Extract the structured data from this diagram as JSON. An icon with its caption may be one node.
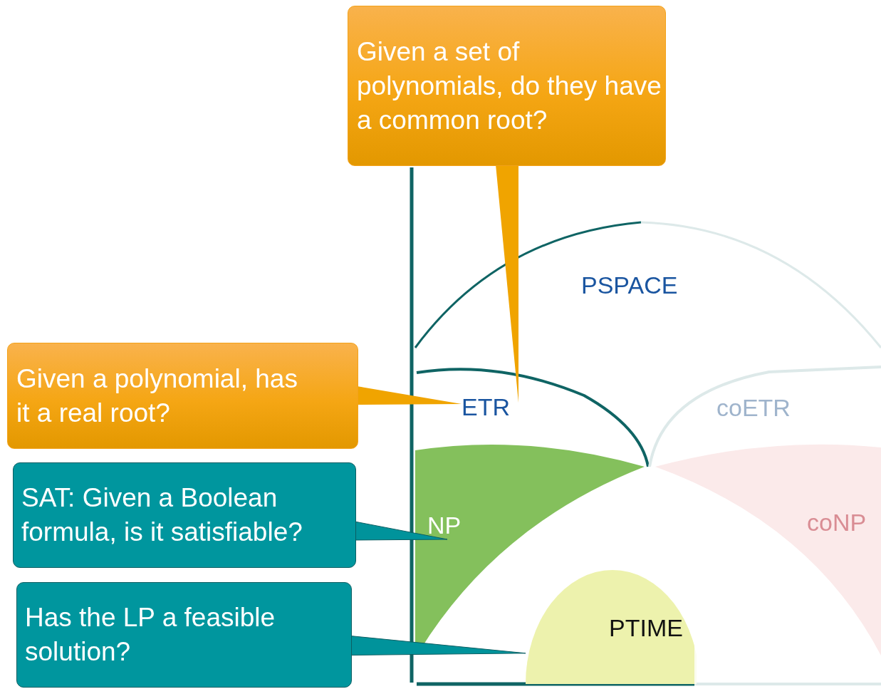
{
  "diagram": {
    "nodes": [
      {
        "text": [
          "Given a set of polynomials, do they have a common root?"
        ]
      },
      {
        "text": [
          "PSPACE"
        ]
      },
      {
        "text": [
          "Given a polynomial, has it a real root?"
        ]
      },
      {
        "text": [
          "ETR"
        ]
      },
      {
        "text": [
          "coETR"
        ]
      },
      {
        "text": [
          "SAT: Given a Boolean formula, is it satisfiable?"
        ]
      },
      {
        "text": [
          "NP"
        ]
      },
      {
        "text": [
          "coNP"
        ]
      },
      {
        "text": [
          "Has the LP a feasible solution?"
        ]
      },
      {
        "text": [
          "PTIME"
        ]
      }
    ],
    "edges": [
      {
        "from": 0,
        "to": 3,
        "arrow": "none"
      },
      {
        "from": 2,
        "to": 3,
        "arrow": "none"
      },
      {
        "from": 5,
        "to": 6,
        "arrow": "none"
      },
      {
        "from": 8,
        "to": 9,
        "arrow": "none"
      }
    ]
  }
}
